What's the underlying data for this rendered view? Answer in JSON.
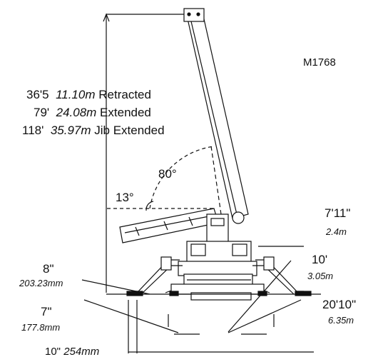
{
  "figure": {
    "code": "M1768",
    "heights": [
      {
        "value": "36'5",
        "metric": "11.10m",
        "label": "Retracted"
      },
      {
        "value": "79'",
        "metric": "24.08m",
        "label": "Extended"
      },
      {
        "value": "118'",
        "metric": "35.97m",
        "label": "Jib Extended"
      }
    ],
    "angles": {
      "boom_max": "80°",
      "boom_min": "13°"
    },
    "dimensions": {
      "tracks_height": {
        "imperial": "7'11\"",
        "metric": "2.4m"
      },
      "width": {
        "imperial": "10'",
        "metric": "3.05m"
      },
      "length": {
        "imperial": "20'10\"",
        "metric": "6.35m"
      },
      "pad_8": {
        "imperial": "8\"",
        "metric": "203.23mm"
      },
      "pad_7": {
        "imperial": "7\"",
        "metric": "177.8mm"
      },
      "pad_10": {
        "imperial": "10\"",
        "metric": "254mm"
      }
    }
  }
}
